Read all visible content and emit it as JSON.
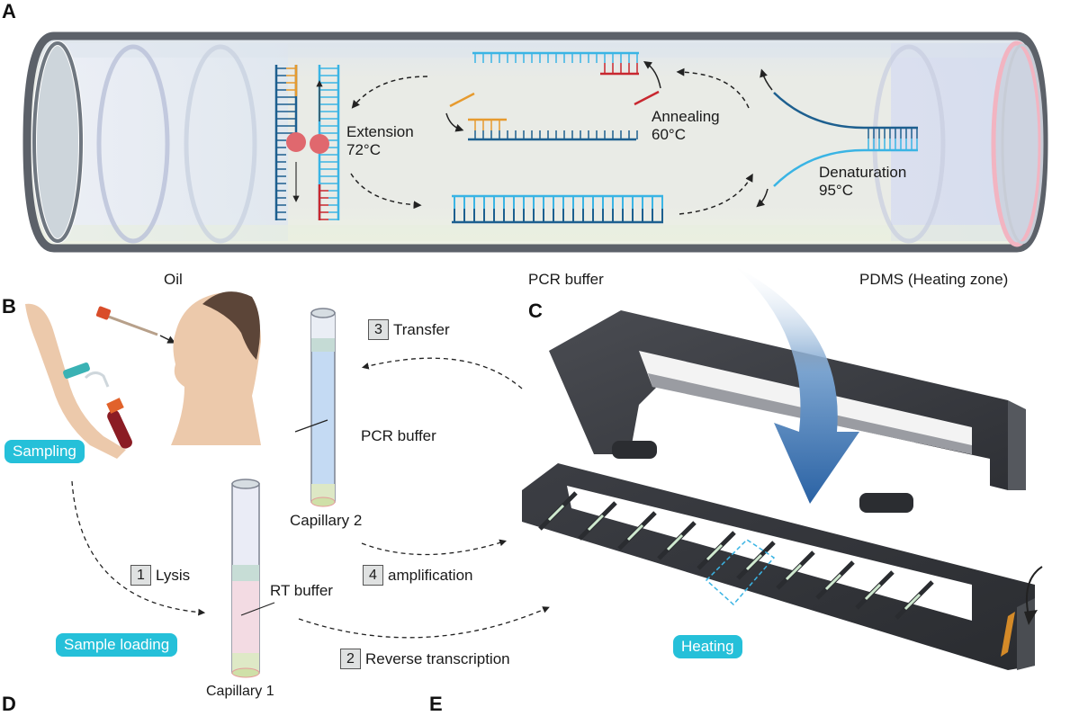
{
  "panels": {
    "a": {
      "letter": "A",
      "steps": {
        "extension": {
          "name": "Extension",
          "temp": "72°C"
        },
        "annealing": {
          "name": "Annealing",
          "temp": "60°C"
        },
        "denaturation": {
          "name": "Denaturation",
          "temp": "95°C"
        }
      },
      "zones": {
        "left": "Oil",
        "middle": "PCR buffer",
        "right": "PDMS (Heating zone)"
      }
    },
    "b": {
      "letter": "B",
      "badges": {
        "sampling": "Sampling",
        "sample_loading": "Sample loading"
      },
      "capillary1": {
        "label": "Capillary 1",
        "buffer": "RT buffer"
      },
      "capillary2": {
        "label": "Capillary 2",
        "buffer": "PCR buffer"
      },
      "workflow": [
        {
          "num": "1",
          "label": "Lysis"
        },
        {
          "num": "2",
          "label": "Reverse transcription"
        },
        {
          "num": "3",
          "label": "Transfer"
        },
        {
          "num": "4",
          "label": "amplification"
        }
      ]
    },
    "c": {
      "letter": "C",
      "badge": "Heating"
    },
    "d": {
      "letter": "D"
    },
    "e": {
      "letter": "E"
    }
  },
  "colors": {
    "badge": "#25c0d9",
    "tube_frame": "#5c6169",
    "strand_dark": "#1d5f8f",
    "strand_light": "#3ab4e4",
    "primer_orange": "#e69a2e",
    "primer_red": "#c8272f",
    "polymerase": "#e0686e",
    "heater_body": "#3b3d42",
    "arrow_blue": "#2f6aa8"
  }
}
